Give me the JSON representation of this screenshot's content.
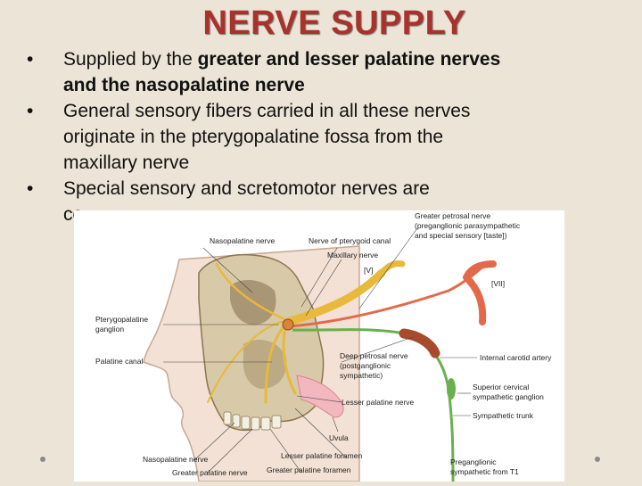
{
  "slide": {
    "title": "NERVE SUPPLY",
    "bullets": [
      {
        "dot": "•",
        "lines": [
          {
            "text_pre": "Supplied by the ",
            "bold": "greater and lesser palatine nerves",
            "text_post": ""
          },
          {
            "text_pre": "",
            "bold": "and the  nasopalatine nerve",
            "text_post": ""
          }
        ]
      },
      {
        "dot": "•",
        "lines": [
          {
            "text": "General sensory fibers carried in all these nerves"
          },
          {
            "text": "originate in  the pterygopalatine fossa from the"
          },
          {
            "text": "maxillary nerve"
          }
        ]
      },
      {
        "dot": "•",
        "lines": [
          {
            "text": "Special sensory and scretomotor nerves are"
          },
          {
            "text": "co"
          }
        ]
      }
    ]
  },
  "figure": {
    "labels": {
      "greater_petrosal": [
        "Greater petrosal nerve",
        "(preganglionic parasympathetic",
        "and special sensory [taste])"
      ],
      "nasopalatine_top": "Nasopalatine nerve",
      "pterygoid_canal": "Nerve of pterygoid canal",
      "maxillary": "Maxillary nerve",
      "v": "[V]",
      "vii": "[VII]",
      "pterygopalatine_ganglion": [
        "Pterygopalatine",
        "ganglion"
      ],
      "palatine_canal": "Palatine canal",
      "deep_petrosal": [
        "Deep petrosal nerve",
        "(postganglionic",
        "sympathetic)"
      ],
      "internal_carotid": "Internal carotid artery",
      "lesser_palatine": "Lesser palatine nerve",
      "superior_cervical": [
        "Superior cervical",
        "sympathetic ganglion"
      ],
      "sympathetic_trunk": "Sympathetic trunk",
      "uvula": "Uvula",
      "lesser_palatine_foramen": "Lesser palatine foramen",
      "nasopalatine_bottom": "Nasopalatine nerve",
      "greater_palatine_nerve": "Greater palatine nerve",
      "greater_palatine_foramen": "Greater palatine foramen",
      "preganglionic": [
        "Preganglionic",
        "sympathetic from T1"
      ]
    }
  }
}
